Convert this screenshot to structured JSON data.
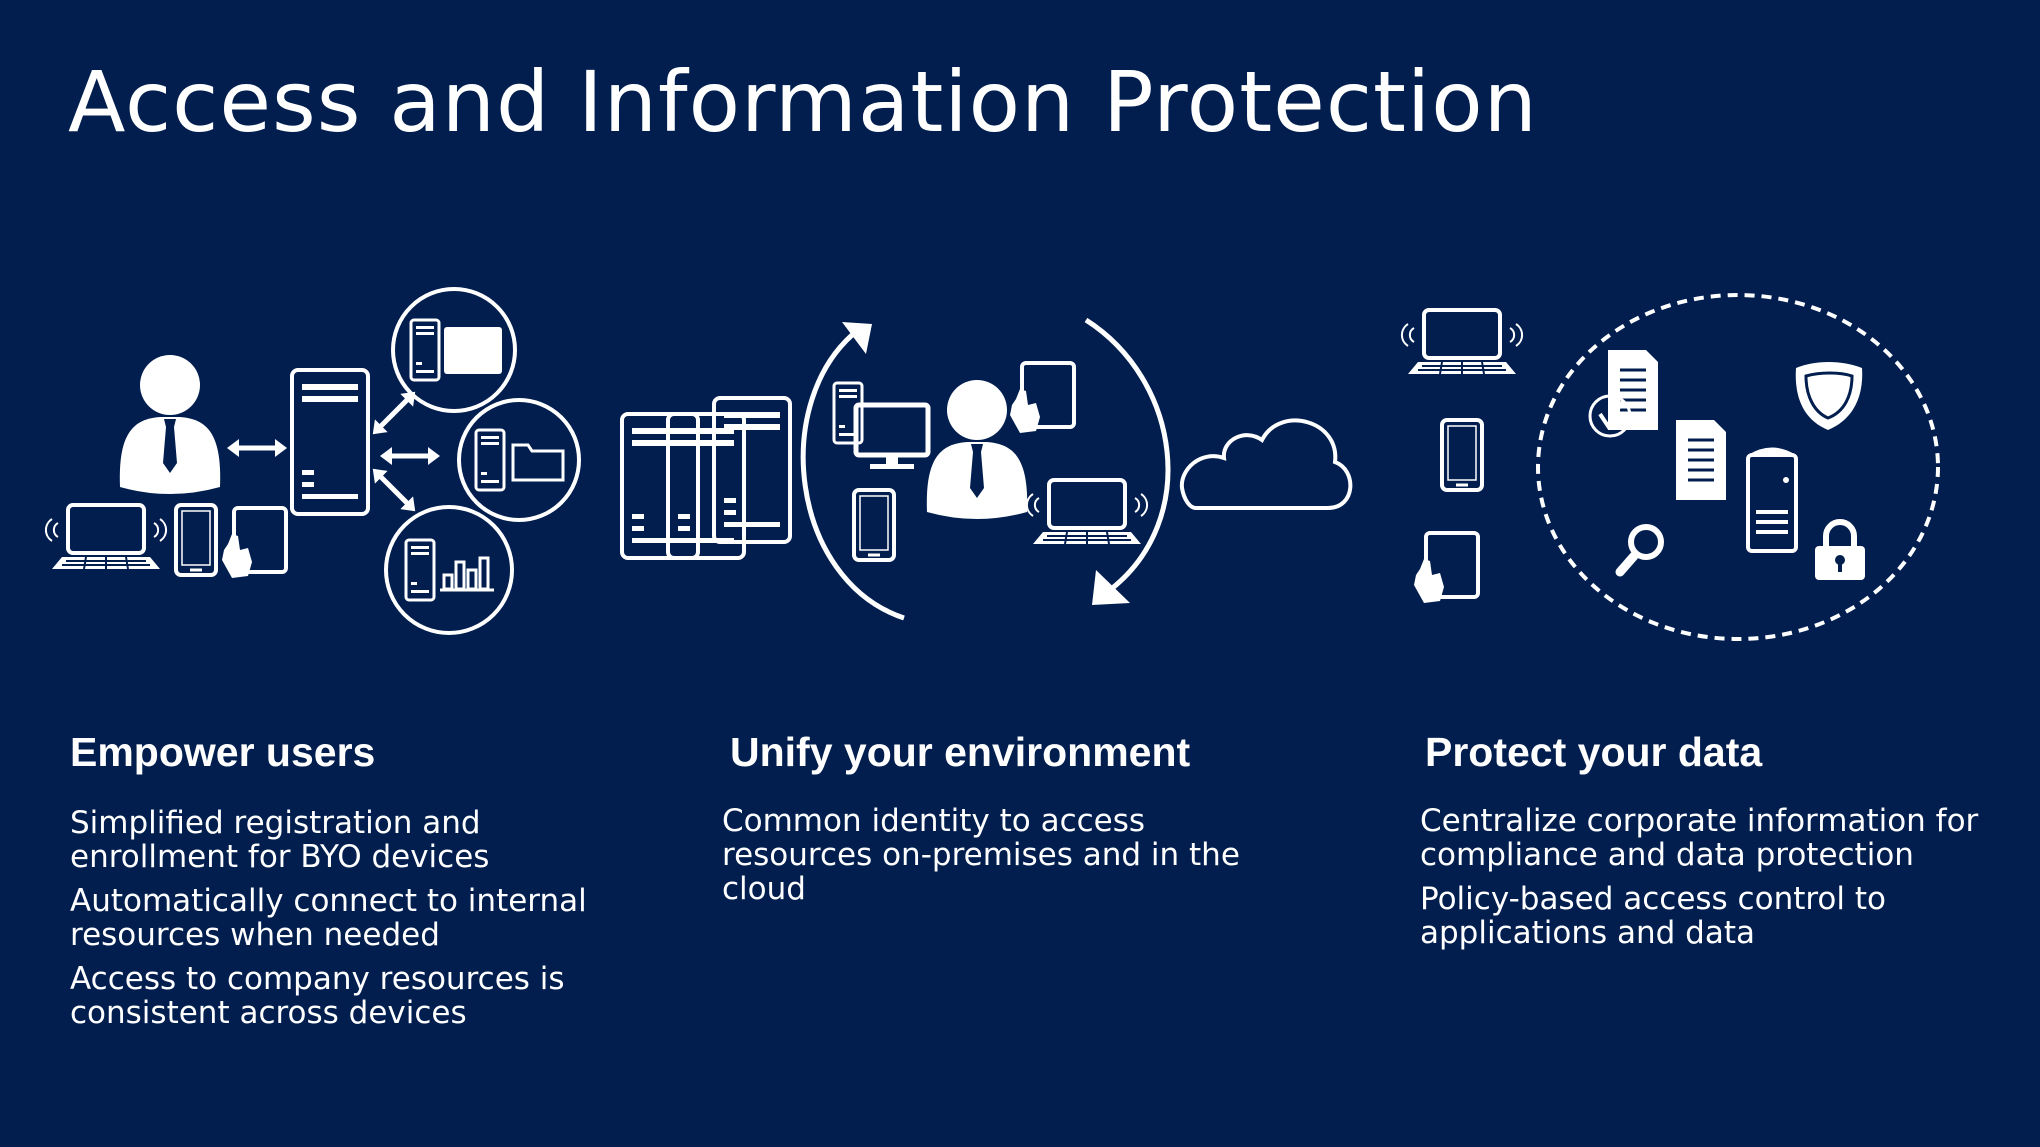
{
  "title": "Access and Information Protection",
  "columns": [
    {
      "heading": "Empower users",
      "items": [
        "Simplified registration and enrollment for BYO devices",
        "Automatically connect to internal resources when needed",
        "Access to company resources is consistent across devices"
      ]
    },
    {
      "heading": "Unify your environment",
      "items": [
        "Common identity to access resources on-premises and in the cloud"
      ]
    },
    {
      "heading": "Protect your data",
      "items": [
        "Centralize corporate information for compliance and data protection",
        "Policy-based access control to applications and data"
      ]
    }
  ],
  "colors": {
    "background": "#011e4f",
    "foreground": "#ffffff"
  },
  "icons": [
    "user-icon",
    "laptop-icon",
    "phone-icon",
    "tablet-icon",
    "server-icon",
    "arrow-icon",
    "folder-icon",
    "chart-icon",
    "monitor-icon",
    "cloud-icon",
    "document-icon",
    "shield-icon",
    "lock-icon",
    "magnifier-icon",
    "sync-arrows-icon",
    "check-icon"
  ]
}
